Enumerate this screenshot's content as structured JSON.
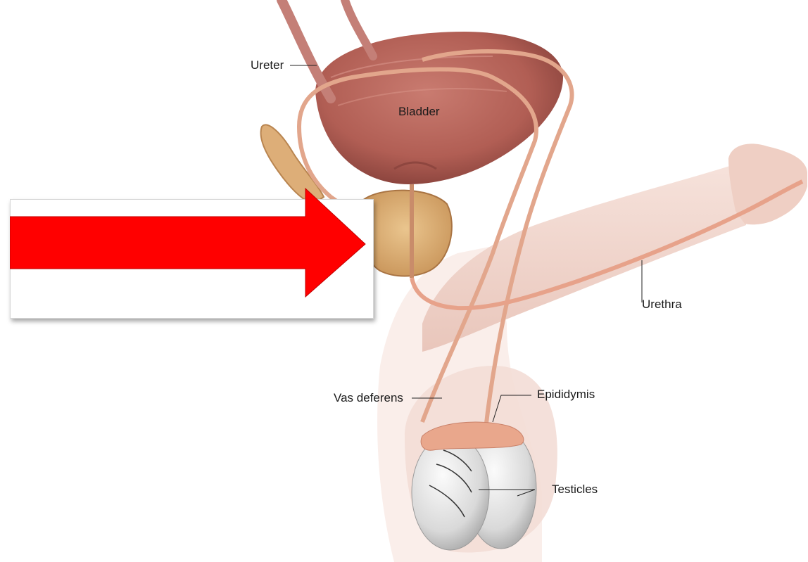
{
  "labels": {
    "ureter": "Ureter",
    "bladder": "Bladder",
    "urethra": "Urethra",
    "vas_deferens": "Vas deferens",
    "epididymis": "Epididymis",
    "testicles": "Testicles"
  },
  "colors": {
    "arrow": "#ff0000",
    "bladder": "#b9645a",
    "penis_skin": "#f1d5cc",
    "tube": "#e9a88e",
    "testicle": "#e3e3e3",
    "prostate": "#e3b77d"
  }
}
